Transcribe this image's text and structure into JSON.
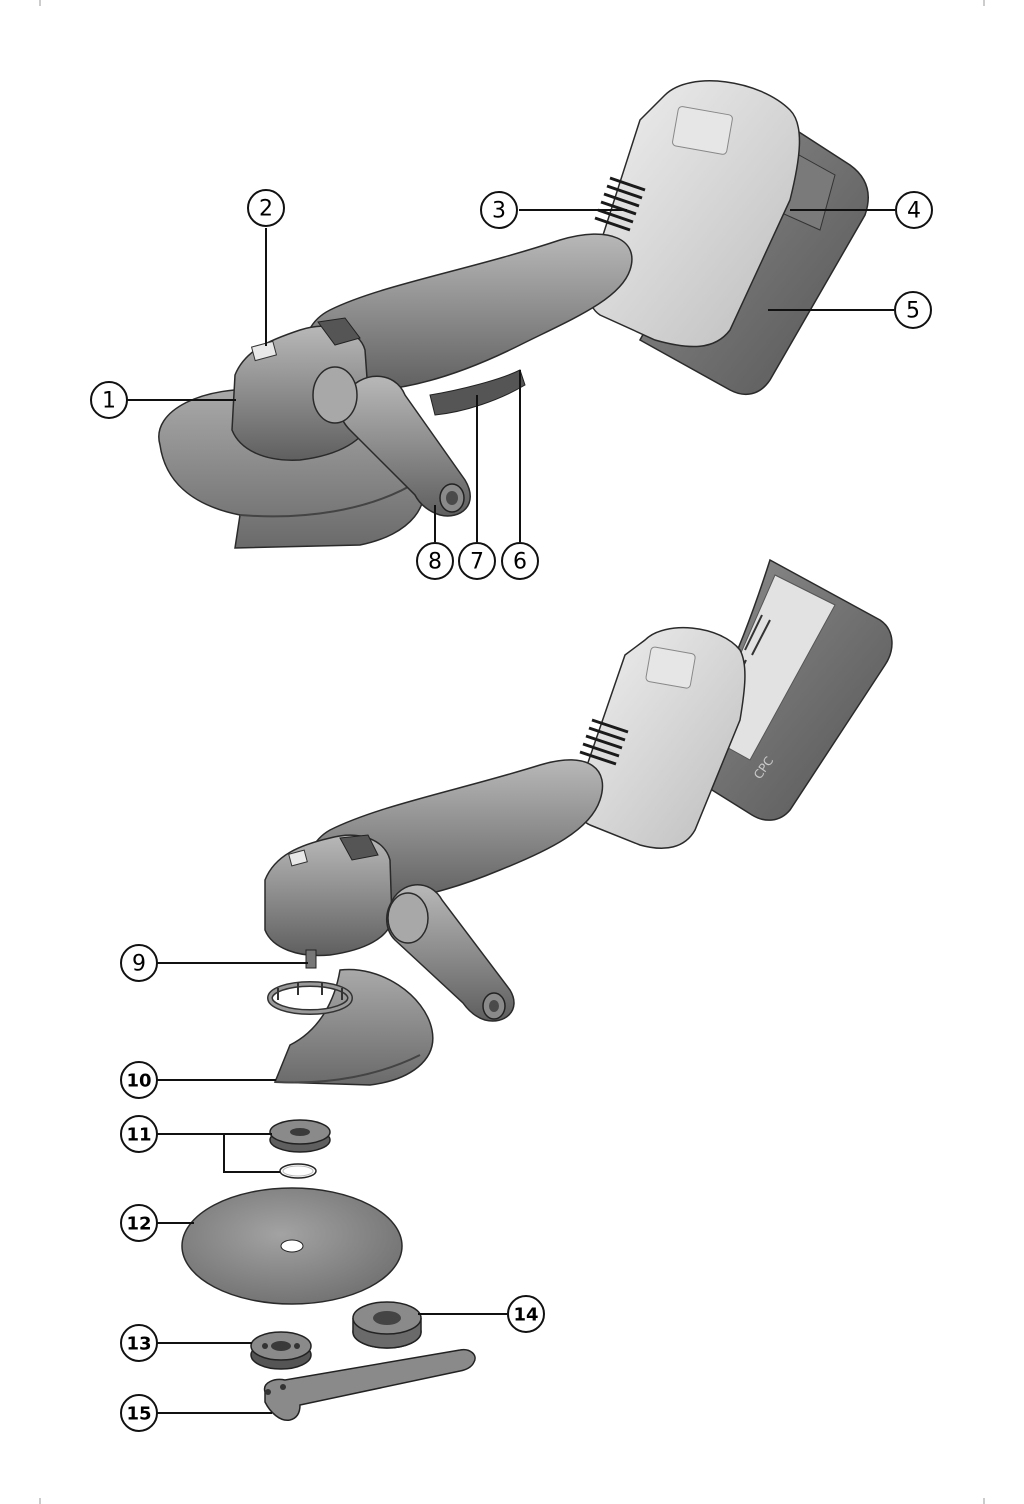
{
  "callouts": [
    "1",
    "2",
    "3",
    "4",
    "5",
    "6",
    "7",
    "8",
    "9",
    "10",
    "11",
    "12",
    "13",
    "14",
    "15"
  ],
  "battery_brand": "CPC",
  "colors": {
    "line": "#111111",
    "light_plastic": "#d4d4d4",
    "mid_plastic": "#9a9a9a",
    "dark_plastic": "#6e6e6e",
    "metal": "#7d7d7d",
    "background": "#ffffff"
  }
}
